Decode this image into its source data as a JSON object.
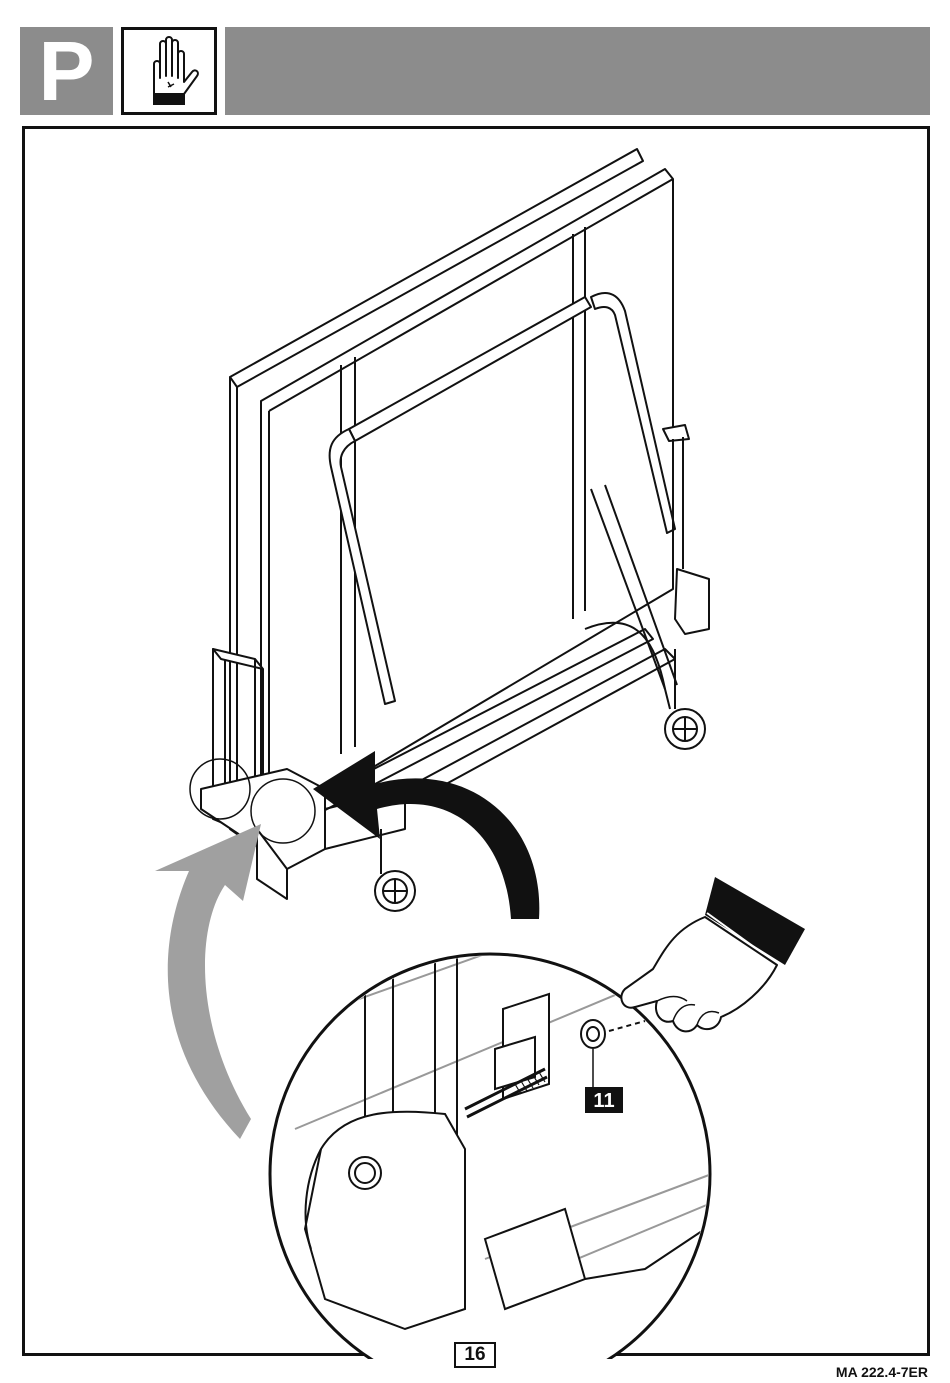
{
  "header": {
    "step_letter": "P",
    "icon": "hand-stop-icon"
  },
  "callout": {
    "part_number": "11"
  },
  "footer": {
    "page_number": "16",
    "doc_code": "MA 222.4-7ER"
  },
  "colors": {
    "header_gray": "#8c8c8c",
    "arrow_gray": "#a0a0a0",
    "ink": "#111111"
  }
}
